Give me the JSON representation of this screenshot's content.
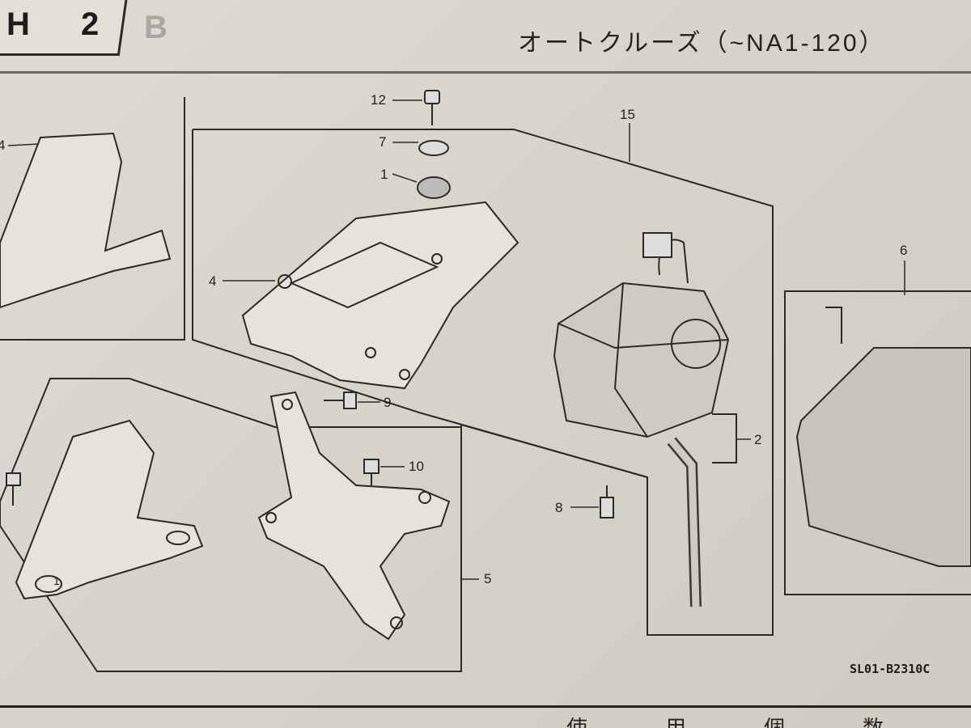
{
  "header": {
    "section_letter": "H",
    "section_number": "2",
    "ghost_text": "B",
    "title": "オートクルーズ（~NA1-120）"
  },
  "diagram": {
    "drawing_code": "SL01-B2310C",
    "callouts": [
      "12",
      "7",
      "1",
      "15",
      "4",
      "6",
      "9",
      "2",
      "10",
      "8",
      "5",
      "4",
      "1"
    ]
  },
  "footer": {
    "table_header": "使用個数"
  }
}
